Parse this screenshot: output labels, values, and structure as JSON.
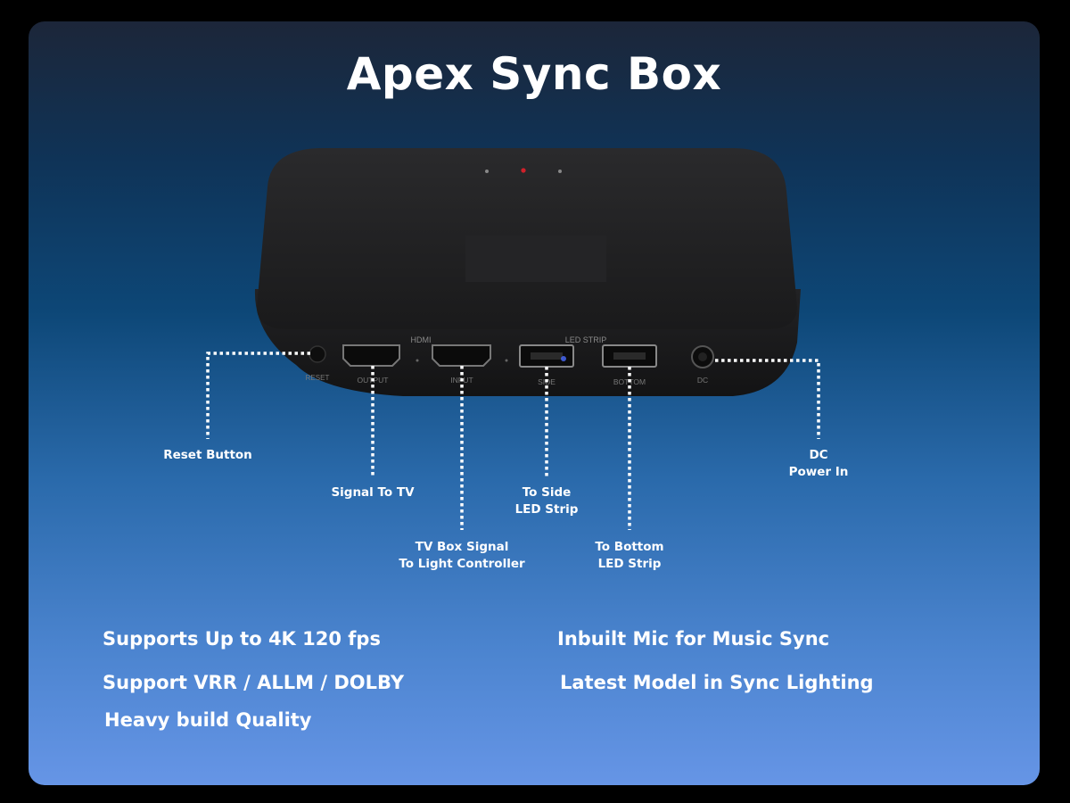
{
  "title": "Apex Sync Box",
  "device": {
    "labels_printed": {
      "hdmi": "HDMI",
      "led_strip": "LED STRIP",
      "reset": "RESET",
      "output": "OUTPUT",
      "input": "INPUT",
      "side": "SIDE",
      "bottom": "BOTTOM",
      "dc": "DC"
    }
  },
  "callouts": {
    "reset": "Reset Button",
    "signal_to_tv_line1": "Signal To TV",
    "tvbox_line1": "TV Box Signal",
    "tvbox_line2": "To Light Controller",
    "side_line1": "To Side",
    "side_line2": "LED Strip",
    "bottom_line1": "To Bottom",
    "bottom_line2": "LED Strip",
    "dc_line1": "DC",
    "dc_line2": "Power In"
  },
  "features": {
    "f1": "Supports Up to 4K 120 fps",
    "f2": "Support VRR / ALLM / DOLBY",
    "f3": "Heavy build Quality",
    "f4": "Inbuilt Mic for Music Sync",
    "f5": "Latest Model in Sync Lighting"
  },
  "colors": {
    "accent_text": "#ffffff",
    "device_body": "#1b1b1b",
    "status_led": "#d0202a",
    "port_glow": "#4a6cff"
  }
}
